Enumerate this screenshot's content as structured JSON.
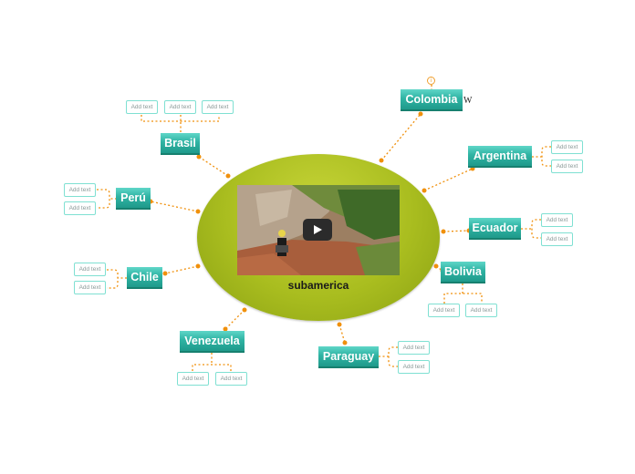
{
  "central": {
    "label": "subamerica"
  },
  "topics": {
    "colombia": "Colombia",
    "argentina": "Argentina",
    "ecuador": "Ecuador",
    "bolivia": "Bolivia",
    "paraguay": "Paraguay",
    "venezuela": "Venezuela",
    "chile": "Chile",
    "peru": "Perú",
    "brasil": "Brasil"
  },
  "subtopic_label": "Add text",
  "colombia_note": "W",
  "colors": {
    "connector": "#f0900c",
    "topic": "#2fb3a3",
    "central": "#a9bd1f",
    "subtopic_border": "#7fe0d2"
  },
  "icons": [
    "play-icon",
    "marker-icon"
  ]
}
